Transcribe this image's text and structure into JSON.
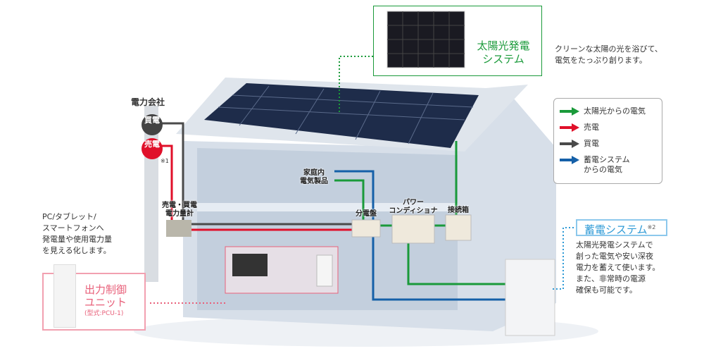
{
  "solar": {
    "title_line1": "太陽光発電",
    "title_line2": "システム",
    "description_line1": "クリーンな太陽の光を浴びて、",
    "description_line2": "電気をたっぷり創ります。"
  },
  "legend": {
    "items": [
      {
        "label": "太陽光からの電気",
        "color": "#1a9a3a"
      },
      {
        "label": "売電",
        "color": "#e0102a"
      },
      {
        "label": "買電",
        "color": "#4a4a4a"
      },
      {
        "label_line1": "蓄電システム",
        "label_line2": "からの電気",
        "color": "#1560a8"
      }
    ]
  },
  "power_company": {
    "title": "電力会社",
    "buy": "買電",
    "sell": "売電",
    "note": "※1"
  },
  "meter": {
    "line1": "売電・買電",
    "line2": "電力量計"
  },
  "appliances": {
    "line1": "家庭内",
    "line2": "電気製品"
  },
  "distribution_board": "分電盤",
  "power_conditioner": {
    "line1": "パワー",
    "line2": "コンディショナ"
  },
  "junction_box": "接続箱",
  "monitoring": {
    "line1": "PC/タブレット/",
    "line2": "スマートフォンへ",
    "line3": "発電量や使用電力量",
    "line4": "を見える化します。"
  },
  "control_unit": {
    "title_line1": "出力制御",
    "title_line2": "ユニット",
    "model": "(型式:PCU-1)"
  },
  "storage": {
    "title": "蓄電システム",
    "note": "※2",
    "description": [
      "太陽光発電システムで",
      "創った電気や安い深夜",
      "電力を蓄えて使います。",
      "また、非常時の電源",
      "確保も可能です。"
    ]
  },
  "colors": {
    "green": "#1a9a3a",
    "red": "#e0102a",
    "gray": "#4a4a4a",
    "blue": "#1560a8",
    "pink": "#e8607a",
    "cyan": "#2e9ad6"
  }
}
